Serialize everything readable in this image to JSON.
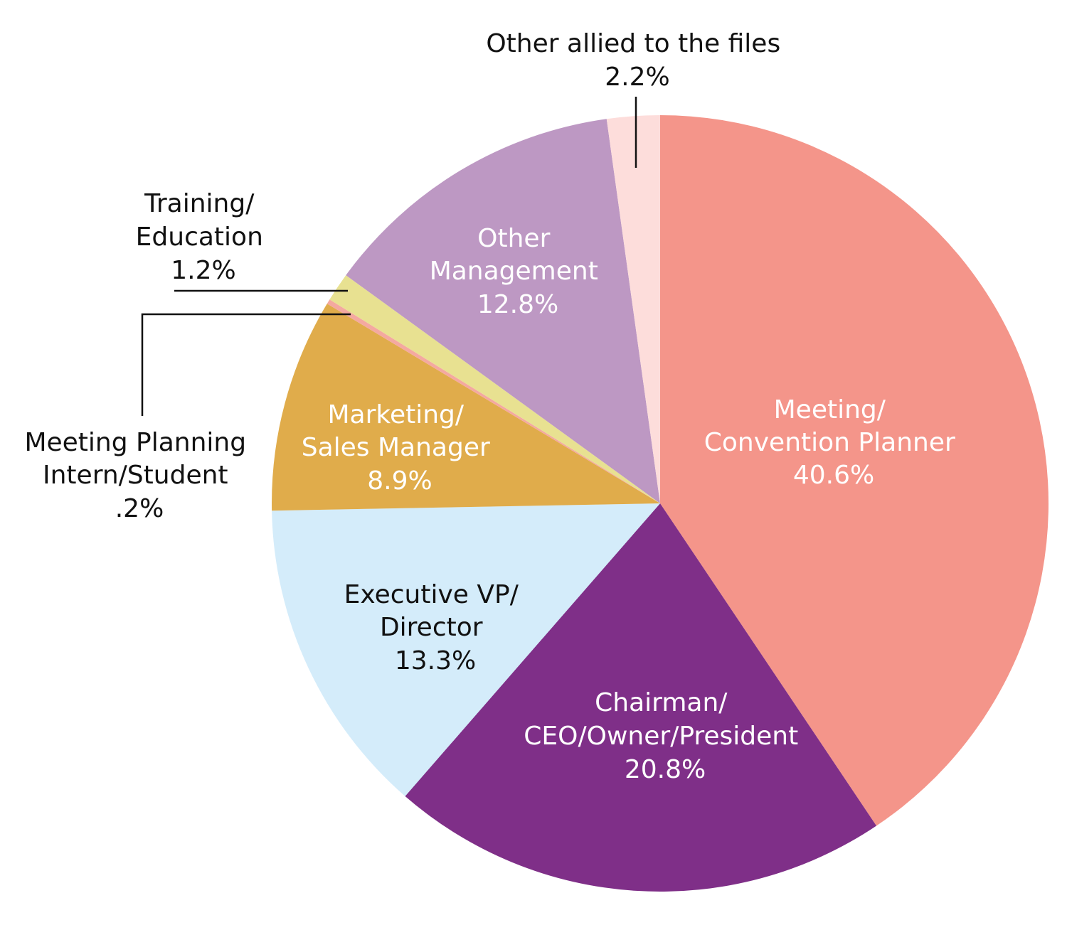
{
  "chart_data": {
    "type": "pie",
    "title": "",
    "start": "top",
    "direction": "clockwise",
    "slices": [
      {
        "label_lines": [
          "Meeting/",
          "Convention Planner"
        ],
        "value": 40.6,
        "value_label": "40.6%",
        "color": "#F4958A"
      },
      {
        "label_lines": [
          "Chairman/",
          "CEO/Owner/President"
        ],
        "value": 20.8,
        "value_label": "20.8%",
        "color": "#7F2F88"
      },
      {
        "label_lines": [
          "Executive VP/",
          "Director"
        ],
        "value": 13.3,
        "value_label": "13.3%",
        "color": "#D4ECFA"
      },
      {
        "label_lines": [
          "Marketing/",
          "Sales Manager"
        ],
        "value": 8.9,
        "value_label": "8.9%",
        "color": "#E0AC4B"
      },
      {
        "label_lines": [
          "Meeting Planning",
          "Intern/Student"
        ],
        "value": 0.2,
        "value_label": ".2%",
        "color": "#F4A9A0"
      },
      {
        "label_lines": [
          "Training/",
          "Education"
        ],
        "value": 1.2,
        "value_label": "1.2%",
        "color": "#E8E191"
      },
      {
        "label_lines": [
          "Other",
          "Management"
        ],
        "value": 12.8,
        "value_label": "12.8%",
        "color": "#BD98C3"
      },
      {
        "label_lines": [
          "Other allied to the files"
        ],
        "value": 2.2,
        "value_label": "2.2%",
        "color": "#FDDDDB"
      }
    ]
  }
}
